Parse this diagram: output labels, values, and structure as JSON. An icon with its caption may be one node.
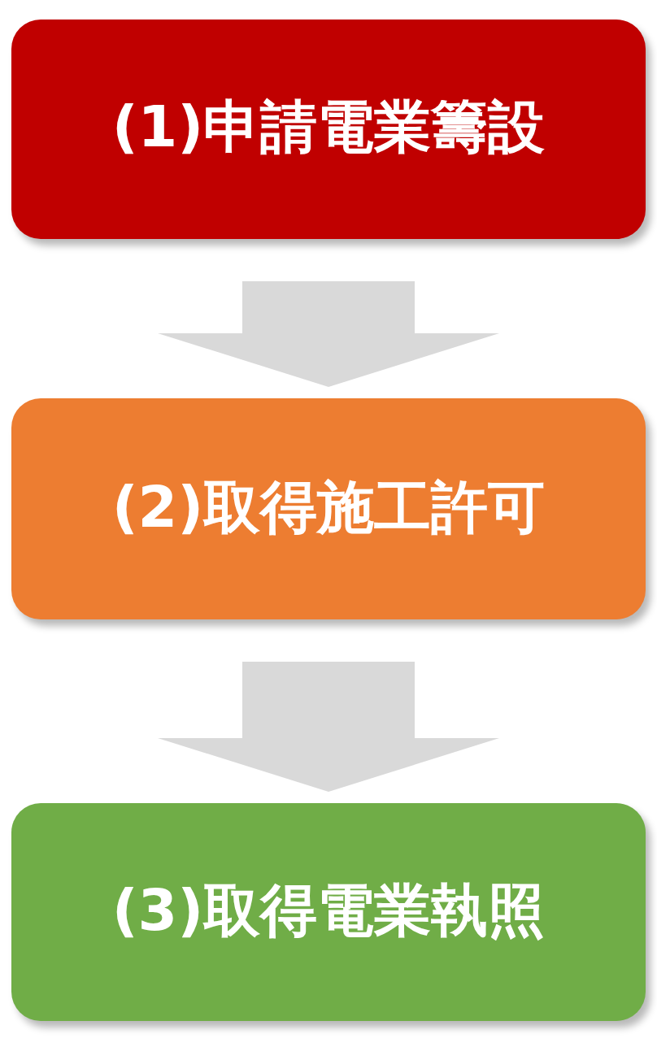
{
  "diagram": {
    "nodes": [
      {
        "text": [
          "(1)申請電業籌設"
        ]
      },
      {
        "text": [
          "(2)取得施工許可"
        ]
      },
      {
        "text": [
          "(3)取得電業執照"
        ]
      }
    ],
    "edges": [
      {
        "from": 0,
        "to": 1,
        "arrow": "to"
      },
      {
        "from": 1,
        "to": 2,
        "arrow": "to"
      }
    ]
  }
}
